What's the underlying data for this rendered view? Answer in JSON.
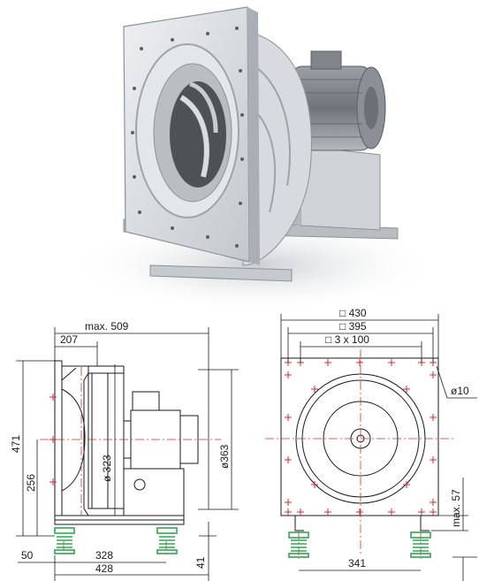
{
  "drawing": {
    "side_view": {
      "overall_width": "max. 509",
      "inlet_offset": "207",
      "height": "471",
      "shaft_height": "256",
      "inlet_diameter": "ø 323",
      "outlet_diameter": "ø363",
      "base_offset": "50",
      "foot_spacing_inner": "328",
      "foot_spacing_outer": "428",
      "base_height": "41"
    },
    "front_view": {
      "plate_size": "□ 430",
      "bolt_square": "□ 395",
      "hole_pitch": "□ 3 x 100",
      "hole_diameter": "ø10",
      "mount_height": "max. 57",
      "foot_spacing": "341"
    }
  },
  "colors": {
    "line": "#1a1a1a",
    "centerline": "#d42a2a",
    "isolator": "#2fa84f",
    "housing": "#c9cdd2",
    "housing_dark": "#8d9399"
  }
}
